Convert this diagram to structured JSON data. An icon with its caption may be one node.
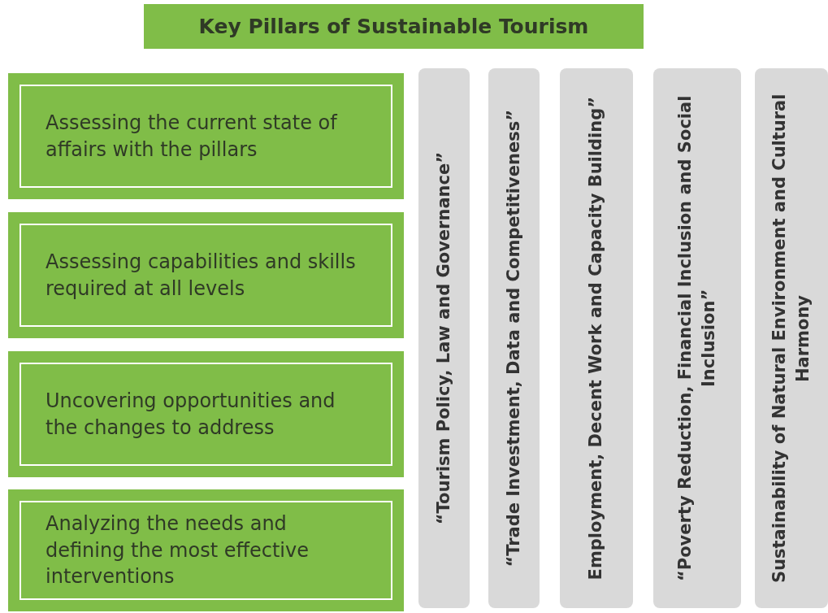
{
  "diagram": {
    "title": "Key Pillars of Sustainable Tourism",
    "nodes": [
      {
        "text": [
          "Assessing the current state of affairs with the pillars"
        ]
      },
      {
        "text": [
          "Assessing capabilities and skills required at all levels"
        ]
      },
      {
        "text": [
          "Uncovering opportunities and the changes to address"
        ]
      },
      {
        "text": [
          "Analyzing the needs and defining the most effective interventions"
        ]
      },
      {
        "text": [
          "“Tourism Policy, Law and Governance”"
        ]
      },
      {
        "text": [
          "“Trade Investment, Data and Competitiveness”"
        ]
      },
      {
        "text": [
          "Employment, Decent Work and Capacity Building”"
        ]
      },
      {
        "text": [
          "“Poverty Reduction, Financial Inclusion and Social Inclusion”"
        ]
      },
      {
        "text": [
          "Sustainability of Natural Environment and Cultural Harmony"
        ]
      }
    ]
  }
}
